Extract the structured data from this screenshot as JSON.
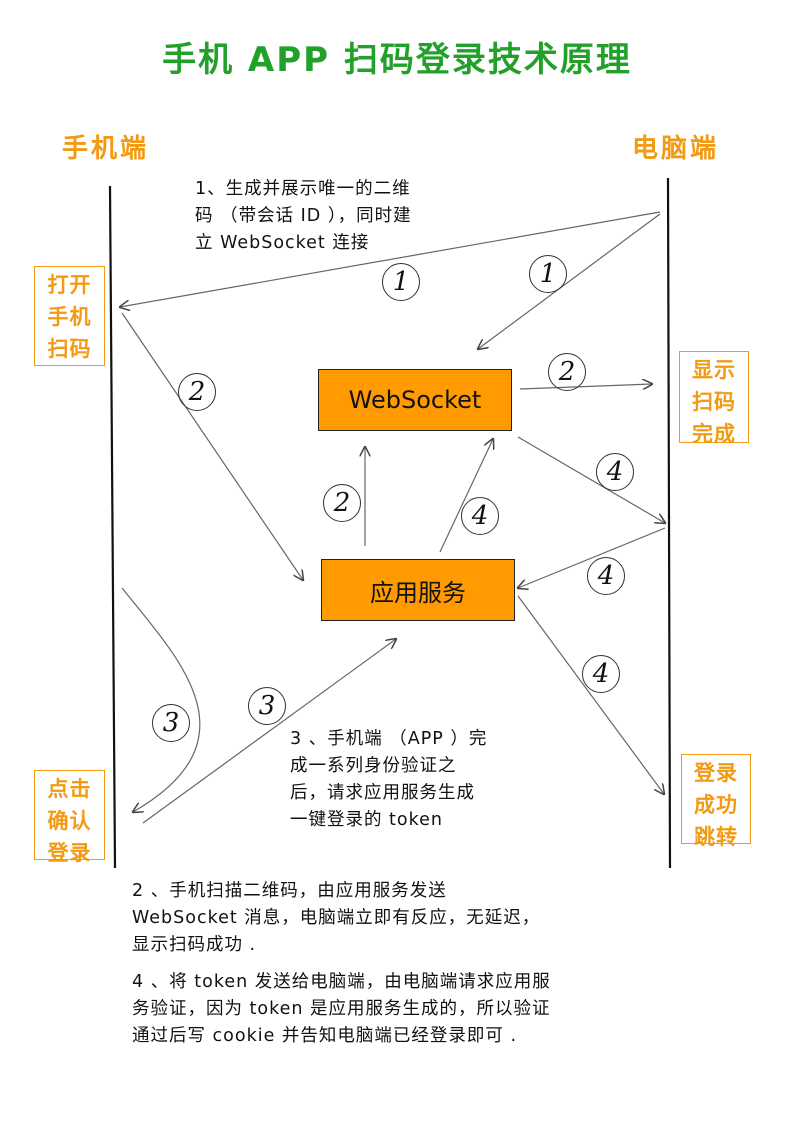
{
  "title": "手机 APP 扫码登录技术原理",
  "lanes": {
    "left": "手机端",
    "right": "电脑端"
  },
  "steps": {
    "left": [
      {
        "lines": [
          "打开",
          "手机",
          "扫码"
        ]
      },
      {
        "lines": [
          "点击",
          "确认",
          "登录"
        ]
      }
    ],
    "right": [
      {
        "lines": [
          "显示",
          "扫码",
          "完成"
        ]
      },
      {
        "lines": [
          "登录",
          "成功",
          "跳转"
        ]
      }
    ]
  },
  "components": {
    "websocket": "WebSocket",
    "app_service": "应用服务"
  },
  "notes": {
    "step1": [
      "1、生成并展示唯一的二维",
      "码 （带会话 ID ），同时建",
      "立 WebSocket 连接"
    ],
    "step2": [
      "2 、手机扫描二维码，由应用服务发送",
      "WebSocket 消息，电脑端立即有反应，无延迟，",
      "显示扫码成功 ."
    ],
    "step3": [
      "3 、手机端 （APP ）完",
      "成一系列身份验证之",
      "后，请求应用服务生成",
      "一键登录的 token"
    ],
    "step4": [
      "4 、将 token 发送给电脑端，由电脑端请求应用服",
      "务验证，因为 token 是应用服务生成的，所以验证",
      "通过后写 cookie 并告知电脑端已经登录即可 ."
    ]
  },
  "markers": [
    "1",
    "1",
    "2",
    "2",
    "2",
    "4",
    "4",
    "4",
    "4",
    "3",
    "3"
  ],
  "colors": {
    "title": "#22a12a",
    "accent": "#f29a14",
    "box_fill": "#ff9a00"
  }
}
